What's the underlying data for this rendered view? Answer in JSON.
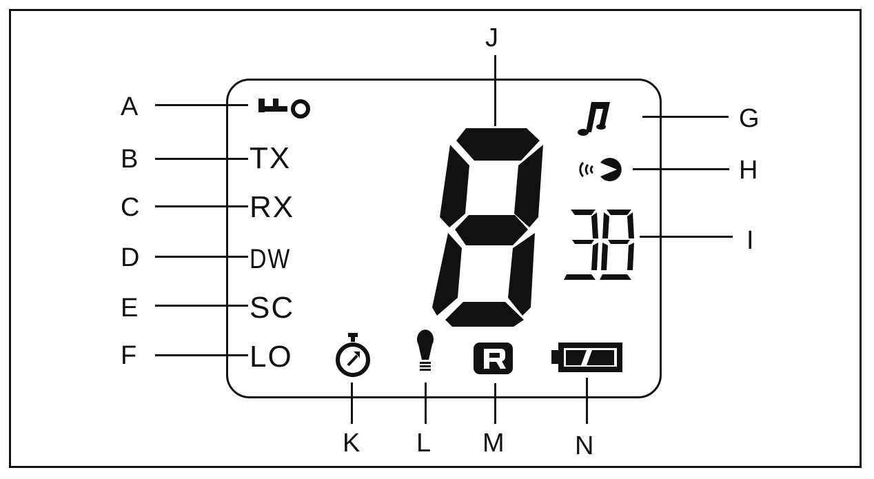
{
  "callouts": {
    "a": "A",
    "b": "B",
    "c": "C",
    "d": "D",
    "e": "E",
    "f": "F",
    "g": "G",
    "h": "H",
    "i": "I",
    "j": "J",
    "k": "K",
    "l": "L",
    "m": "M",
    "n": "N"
  },
  "indicators": {
    "tx": "TX",
    "rx": "RX",
    "dw": "DW",
    "sc": "SC",
    "lo": "LO"
  },
  "channel_digit": "8",
  "sub_code": "38",
  "icons": {
    "a": "key-lock-icon",
    "g": "music-note-icon",
    "h": "vox-speaker-icon",
    "k": "stopwatch-icon",
    "l": "light-bulb-icon",
    "m": "roger-beep-r-icon",
    "n": "battery-icon"
  },
  "colors": {
    "ink": "#111111",
    "background": "#ffffff"
  }
}
